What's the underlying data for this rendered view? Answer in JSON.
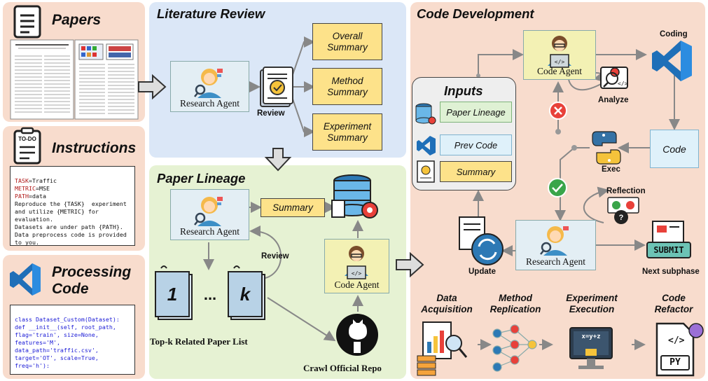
{
  "left": {
    "papers_title": "Papers",
    "instructions_title": "Instructions",
    "todo_icon_text": "TO-DO",
    "instructions_lines": [
      {
        "pre": "TASK",
        "post": "=Traffic"
      },
      {
        "pre": "METRIC",
        "post": "=MSE"
      },
      {
        "pre": "PATH",
        "post": "=data"
      }
    ],
    "instructions_text": [
      "Reproduce the {TASK}  experiment",
      "and utilize {METRIC} for",
      "evaluation.",
      "Datasets are under path {PATH}.",
      "Data preprocess code is provided",
      "to you."
    ],
    "processing_title_1": "Processing",
    "processing_title_2": "Code",
    "code_lines": [
      "class Dataset_Custom(Dataset):",
      "def __init__(self, root_path,",
      "flag='train', size=None,",
      "features='M',",
      "data_path='traffic.csv',",
      "target='OT', scale=True,",
      "freq='h'):"
    ]
  },
  "literature_review": {
    "title": "Literature Review",
    "agent_label": "Research Agent",
    "review_label": "Review",
    "notes": [
      "Overall Summary",
      "Method Summary",
      "Experiment Summary"
    ]
  },
  "paper_lineage": {
    "title": "Paper Lineage",
    "agent_label": "Research Agent",
    "summary_label": "Summary",
    "review_label": "Review",
    "code_agent_label": "Code Agent",
    "card_first": "1",
    "card_dots": "...",
    "card_last": "k",
    "list_label": "Top-k Related Paper List",
    "crawl_label": "Crawl Official Repo"
  },
  "code_development": {
    "title": "Code Development",
    "code_agent_label": "Code Agent",
    "coding_label": "Coding",
    "analyze_label": "Analyze",
    "code_label": "Code",
    "exec_label": "Exec",
    "reflection_label": "Reflection",
    "update_label": "Update",
    "research_agent_label": "Research Agent",
    "next_label": "Next subphase",
    "submit_text": "SUBMIT",
    "inputs_title": "Inputs",
    "inputs": [
      "Paper Lineage",
      "Prev Code",
      "Summary"
    ],
    "stages": [
      {
        "line1": "Data",
        "line2": "Acquisition"
      },
      {
        "line1": "Method",
        "line2": "Replication"
      },
      {
        "line1": "Experiment",
        "line2": "Execution"
      },
      {
        "line1": "Code",
        "line2": "Refactor"
      }
    ],
    "py_text": "PY",
    "eq_text": "x=y+z"
  },
  "colors": {
    "left_panel": "#f8dccd",
    "lit_panel": "#dbe7f7",
    "lineage_panel": "#e6f2d3",
    "code_panel": "#f8dccd",
    "note": "#fde28a",
    "agent_bg": "#e3eef4",
    "code_agent_bg": "#f3f1b4"
  }
}
